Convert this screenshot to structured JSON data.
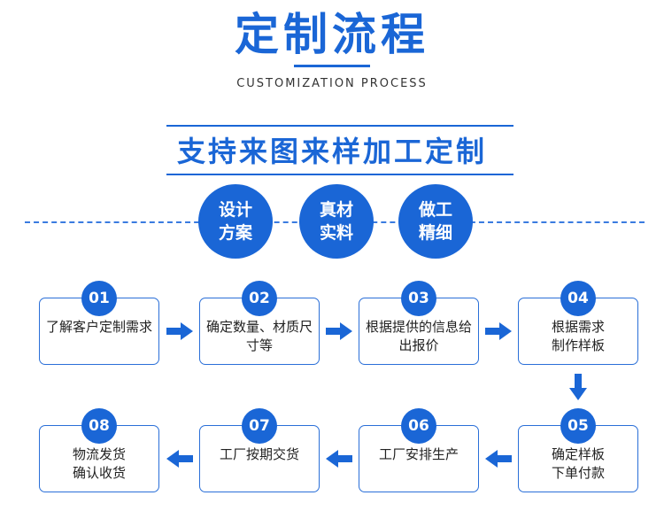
{
  "header": {
    "title": "定制流程",
    "subtitle": "CUSTOMIZATION PROCESS"
  },
  "banner": {
    "text": "支持来图来样加工定制"
  },
  "features": [
    {
      "label": "设计\n方案"
    },
    {
      "label": "真材\n实料"
    },
    {
      "label": "做工\n精细"
    }
  ],
  "steps": [
    {
      "number": "01",
      "text": "了解客户定制需求"
    },
    {
      "number": "02",
      "text": "确定数量、材质尺寸等"
    },
    {
      "number": "03",
      "text": "根据提供的信息给出报价"
    },
    {
      "number": "04",
      "text": "根据需求\n制作样板"
    },
    {
      "number": "05",
      "text": "确定样板\n下单付款"
    },
    {
      "number": "06",
      "text": "工厂安排生产"
    },
    {
      "number": "07",
      "text": "工厂按期交货"
    },
    {
      "number": "08",
      "text": "物流发货\n确认收货"
    }
  ],
  "colors": {
    "accent": "#1a66d6"
  }
}
